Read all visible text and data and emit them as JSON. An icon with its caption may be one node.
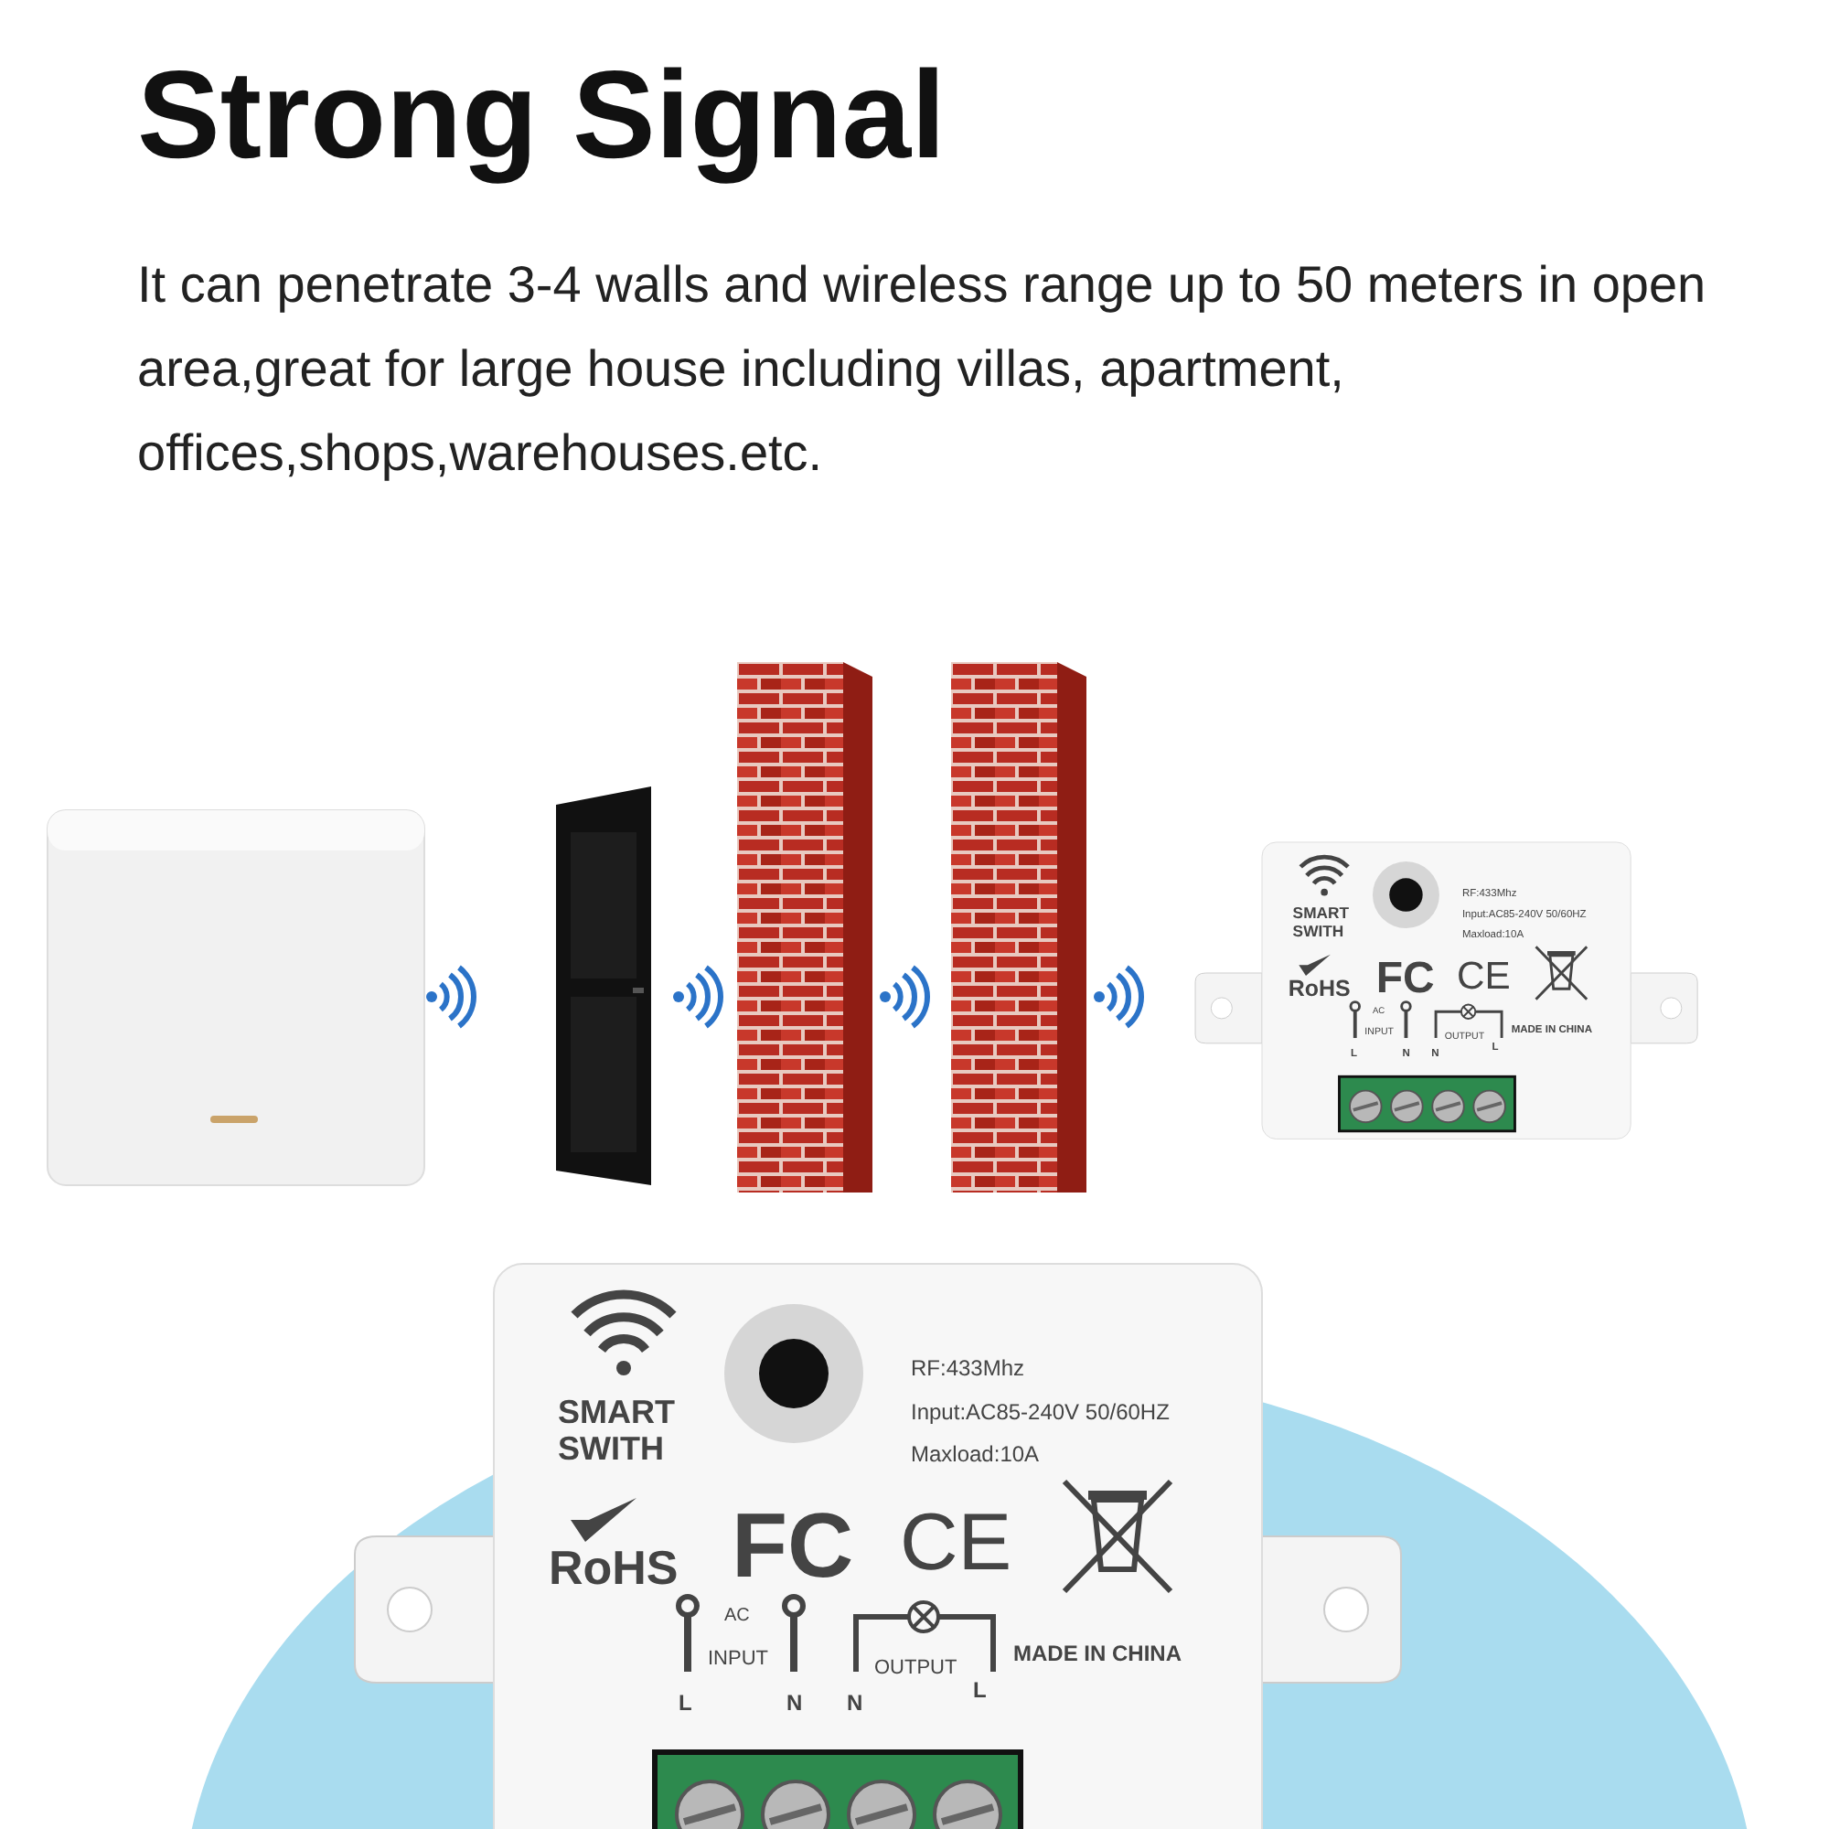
{
  "diagram": {
    "title": "Strong Signal",
    "labels": [
      "It can penetrate 3-4 walls and wireless range up to 50 meters in open area,great for large house including villas, apartment, offices,shops,warehouses.etc.",
      "SMART SWITH",
      "RF:433Mhz",
      "Input:AC85-240V 50/60HZ",
      "Maxload:10A",
      "RoHS",
      "FC",
      "CE",
      "AC",
      "INPUT",
      "OUTPUT",
      "MADE IN CHINA",
      "L",
      "N",
      "N",
      "L",
      "SMART SWITH",
      "RF:433Mhz",
      "Input:AC85-240V 50/60HZ",
      "Maxload:10A",
      "RoHS",
      "FC",
      "CE",
      "AC",
      "INPUT",
      "OUTPUT",
      "MADE IN CHINA",
      "L",
      "N",
      "N",
      "L"
    ]
  }
}
